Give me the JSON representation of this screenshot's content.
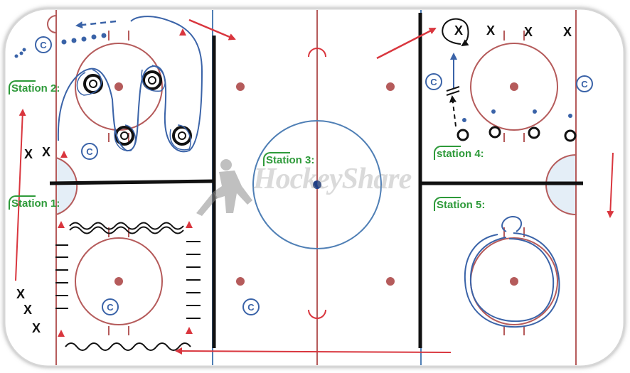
{
  "stations": [
    {
      "key": "station2",
      "label": "Station 2:"
    },
    {
      "key": "station1",
      "label": "Station 1:"
    },
    {
      "key": "station3",
      "label": "Station 3:"
    },
    {
      "key": "station4",
      "label": "station 4:"
    },
    {
      "key": "station5",
      "label": "Station 5:"
    }
  ],
  "watermark": "HockeyShare",
  "symbols": {
    "coach": "C",
    "player": "X"
  },
  "colors": {
    "rink_line": "#b55b5b",
    "blue_line": "#4f7fb5",
    "divider": "#111111",
    "label_green": "#2e9a3a",
    "arrow_red": "#d9363e",
    "path_blue": "#3a63a8"
  }
}
